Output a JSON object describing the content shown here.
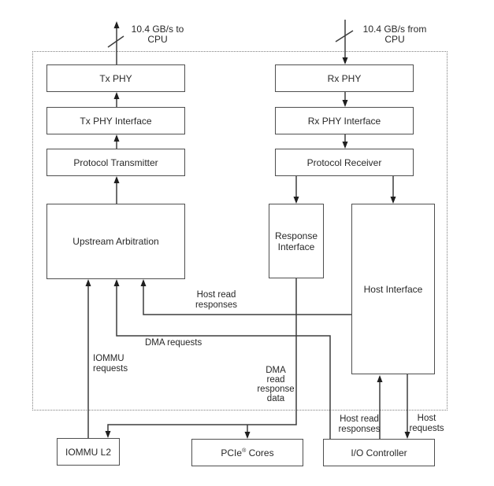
{
  "diagram": {
    "cpu_links": {
      "to_cpu_label": "10.4 GB/s to\nCPU",
      "from_cpu_label": "10.4 GB/s from\nCPU"
    },
    "blocks": {
      "tx_phy": "Tx PHY",
      "tx_phy_interface": "Tx PHY Interface",
      "protocol_transmitter": "Protocol Transmitter",
      "upstream_arbitration": "Upstream Arbitration",
      "rx_phy": "Rx PHY",
      "rx_phy_interface": "Rx PHY Interface",
      "protocol_receiver": "Protocol Receiver",
      "response_interface": "Response\nInterface",
      "host_interface": "Host Interface",
      "iommu_l2": "IOMMU L2",
      "pcie_cores": {
        "pre": "PCIe",
        "sup": "®",
        "post": " Cores"
      },
      "io_controller": "I/O Controller"
    },
    "flow_labels": {
      "host_read_responses_mid": "Host read\nresponses",
      "dma_requests": "DMA requests",
      "iommu_requests": "IOMMU\nrequests",
      "dma_read_response_data": "DMA\nread\nresponse\ndata",
      "host_read_responses_bottom": "Host read\nresponses",
      "host_requests": "Host\nrequests"
    },
    "colors": {
      "line": "#3d3d3d",
      "arrowhead": "#1f1f1f",
      "box_border": "#4f4f4f",
      "text": "#282828",
      "dashed_border": "#7f7f7f",
      "background": "#ffffff"
    }
  }
}
